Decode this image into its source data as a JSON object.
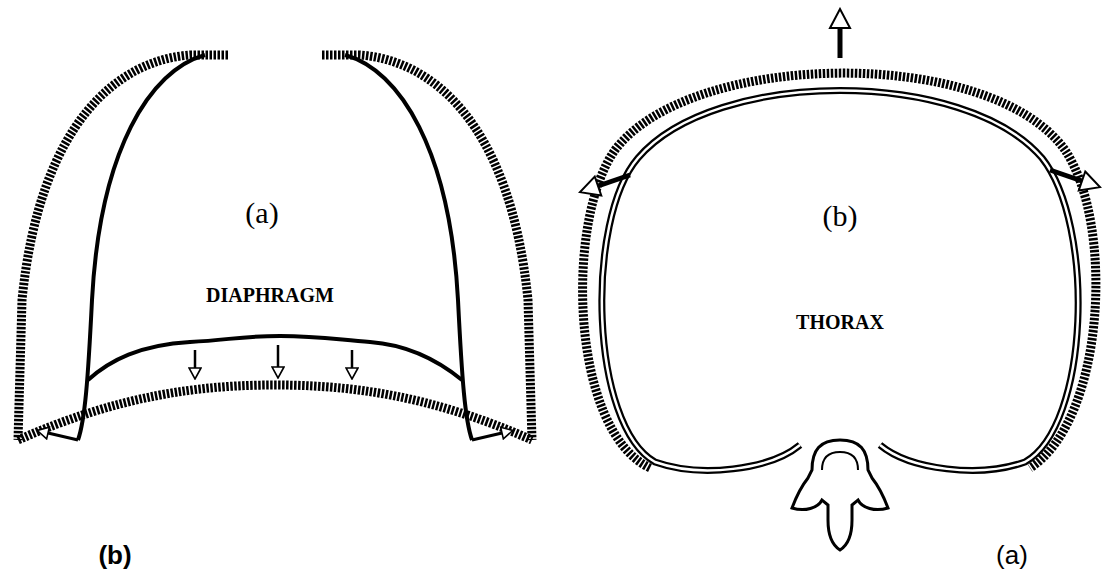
{
  "diagram": {
    "labels": [
      "(a)",
      "(b)",
      "DIAPHRAGM",
      "THORAX",
      "(b)",
      "(a)"
    ]
  }
}
